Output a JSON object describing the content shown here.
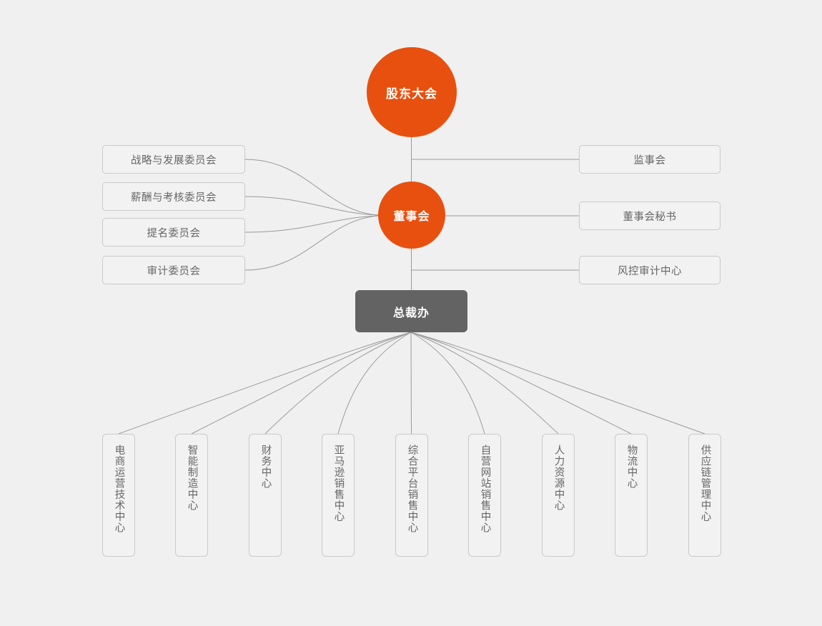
{
  "theme": {
    "background": "#f0f0f0",
    "accent_orange": "#e8500f",
    "executive_gray": "#636363",
    "box_fill": "#f2f2f2",
    "box_border": "#c9c9c9",
    "box_text": "#666666",
    "connector": "#9a9a9a"
  },
  "top": {
    "shareholders_label": "股东大会"
  },
  "board": {
    "label": "董事会"
  },
  "executive": {
    "label": "总裁办"
  },
  "committees": [
    {
      "label": "战略与发展委员会"
    },
    {
      "label": "薪酬与考核委员会"
    },
    {
      "label": "提名委员会"
    },
    {
      "label": "审计委员会"
    }
  ],
  "supervisory": [
    {
      "label": "监事会"
    },
    {
      "label": "董事会秘书"
    },
    {
      "label": "风控审计中心"
    }
  ],
  "departments": [
    {
      "label": "电商运营技术中心"
    },
    {
      "label": "智能制造中心"
    },
    {
      "label": "财务中心"
    },
    {
      "label": "亚马逊销售中心"
    },
    {
      "label": "综合平台销售中心"
    },
    {
      "label": "自营网站销售中心"
    },
    {
      "label": "人力资源中心"
    },
    {
      "label": "物流中心"
    },
    {
      "label": "供应链管理中心"
    }
  ]
}
